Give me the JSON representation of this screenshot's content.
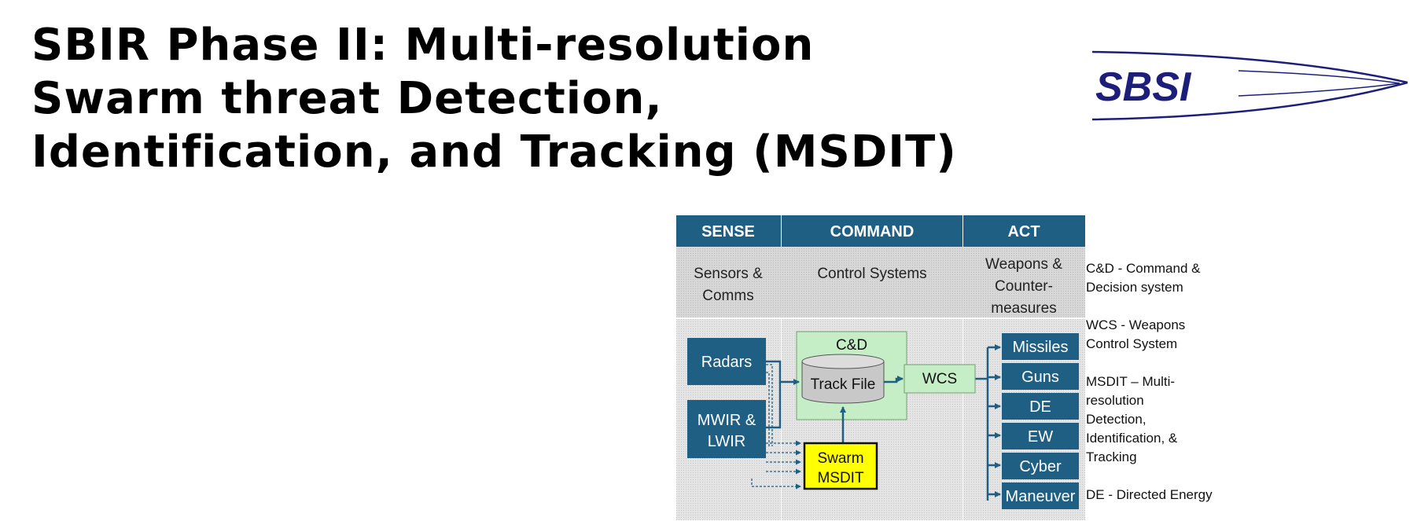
{
  "title": {
    "line1": "SBIR Phase II:  Multi-resolution",
    "line2": "Swarm threat Detection,",
    "line3": "Identification, and Tracking (MSDIT)"
  },
  "logo": {
    "text": "SBSI"
  },
  "diagram": {
    "columns": [
      {
        "header": "SENSE",
        "sub1": "Sensors &",
        "sub2": "Comms",
        "sub3": ""
      },
      {
        "header": "COMMAND",
        "sub1": "Control Systems",
        "sub2": "",
        "sub3": ""
      },
      {
        "header": "ACT",
        "sub1": "Weapons &",
        "sub2": "Counter-",
        "sub3": "measures"
      }
    ],
    "sensors": {
      "radars": "Radars",
      "ir_line1": "MWIR &",
      "ir_line2": "LWIR"
    },
    "cd": {
      "label": "C&D",
      "track_file": "Track File"
    },
    "swarm": {
      "line1": "Swarm",
      "line2": "MSDIT"
    },
    "wcs": "WCS",
    "effectors": [
      "Missiles",
      "Guns",
      "DE",
      "EW",
      "Cyber",
      "Maneuver"
    ],
    "colors": {
      "header": "#1f5f84",
      "box": "#1f5f84",
      "cd_fill": "#c6eec6",
      "swarm_fill": "#ffff00",
      "panel": "#dcdcdc",
      "panel_light": "#e9e9e9"
    }
  },
  "notes": [
    {
      "line1": "C&D - Command &",
      "line2": "Decision system",
      "line3": "",
      "line4": "",
      "line5": ""
    },
    {
      "line1": "WCS - Weapons",
      "line2": "Control System",
      "line3": "",
      "line4": "",
      "line5": ""
    },
    {
      "line1": "MSDIT – Multi-",
      "line2": "resolution",
      "line3": "Detection,",
      "line4": "Identification, &",
      "line5": "Tracking"
    },
    {
      "line1": "DE - Directed Energy",
      "line2": "",
      "line3": "",
      "line4": "",
      "line5": ""
    }
  ]
}
